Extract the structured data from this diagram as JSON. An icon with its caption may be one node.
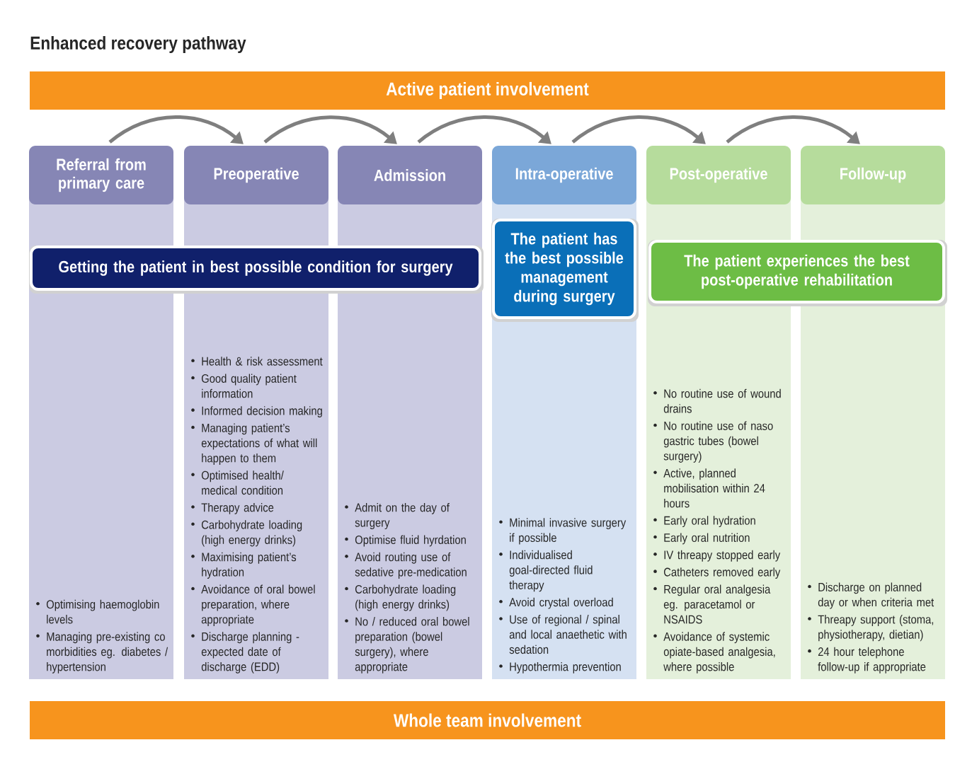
{
  "diagram": {
    "title": "Enhanced recovery pathway",
    "nodes": [
      {
        "text": [
          "Active patient involvement"
        ]
      },
      {
        "text": [
          "Referral from primary care",
          "Optimising haemoglobin levels",
          "Managing pre-existing co morbidities eg. diabetes / hypertension"
        ]
      },
      {
        "text": [
          "Preoperative",
          "Health & risk assessment",
          "Good quality patient information",
          "Informed decision making",
          "Managing patient’s expectations of what will happen to them",
          "Optimised health/ medical condition",
          "Therapy advice",
          "Carbohydrate loading (high energy drinks)",
          "Maximising patient’s hydration",
          "Avoidance of oral bowel preparation, where appropriate",
          "Discharge planning - expected date of discharge (EDD)"
        ]
      },
      {
        "text": [
          "Admission",
          "Admit on the day of surgery",
          "Optimise fluid hyrdation",
          "Avoid routing use of sedative pre-medication",
          "Carbohydrate loading (high energy drinks)",
          "No / reduced oral bowel preparation (bowel surgery), where appropriate"
        ]
      },
      {
        "text": [
          "Intra-operative",
          "Minimal invasive surgery if possible",
          "Individualised goal-directed fluid therapy",
          "Avoid crystal overload",
          "Use of regional / spinal and local anaethetic with sedation",
          "Hypothermia prevention"
        ]
      },
      {
        "text": [
          "Post-operative",
          "No routine use of wound drains",
          "No routine use of naso gastric tubes (bowel surgery)",
          "Active, planned mobilisation within 24 hours",
          "Early oral hydration",
          "Early oral nutrition",
          "IV threapy stopped early",
          "Catheters removed early",
          "Regular oral analgesia eg. paracetamol or NSAIDS",
          "Avoidance of systemic opiate-based analgesia, where possible"
        ]
      },
      {
        "text": [
          "Follow-up",
          "Discharge on planned day or when criteria met",
          "Threapy support (stoma, physiotherapy, dietian)",
          "24 hour telephone follow-up if appropriate"
        ]
      },
      {
        "text": [
          "Getting the patient in best possible condition for surgery"
        ]
      },
      {
        "text": [
          "The patient has the best possible management during surgery"
        ],
        "in": 4
      },
      {
        "text": [
          "The patient experiences the best post-operative rehabilitation"
        ]
      },
      {
        "text": [
          "Whole team involvement"
        ]
      }
    ],
    "edges": [
      {
        "from": 1,
        "to": 2,
        "arrow": "to"
      },
      {
        "from": 2,
        "to": 3,
        "arrow": "to"
      },
      {
        "from": 3,
        "to": 4,
        "arrow": "to"
      },
      {
        "from": 4,
        "to": 5,
        "arrow": "to"
      },
      {
        "from": 5,
        "to": 6,
        "arrow": "to"
      }
    ]
  }
}
